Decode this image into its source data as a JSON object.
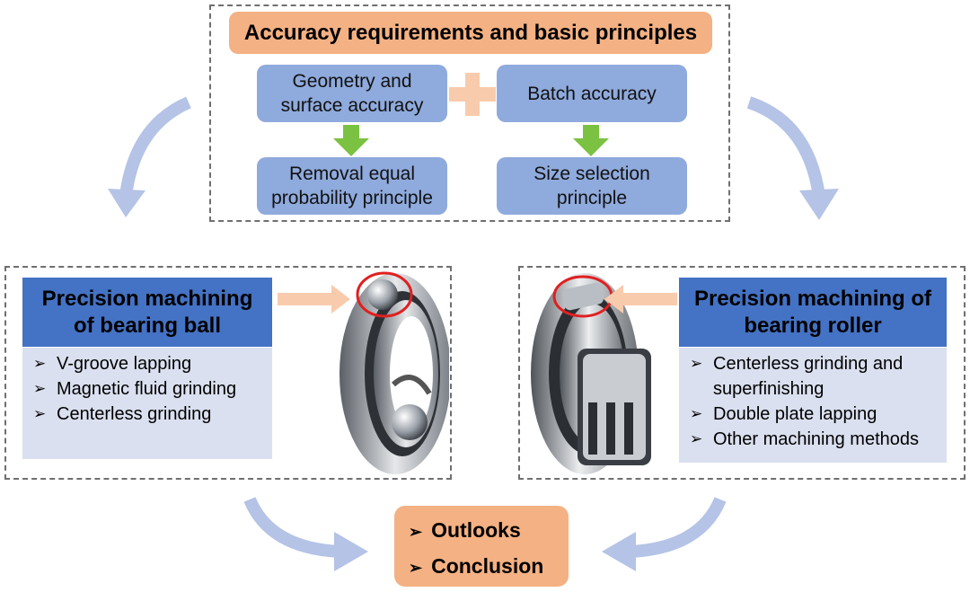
{
  "top": {
    "title": "Accuracy requirements and basic principles",
    "geometry": "Geometry and surface accuracy",
    "batch": "Batch accuracy",
    "removal": "Removal equal probability principle",
    "size_selection": "Size selection principle"
  },
  "left": {
    "heading": "Precision machining of bearing ball",
    "items": [
      "V-groove lapping",
      "Magnetic fluid grinding",
      "Centerless grinding"
    ]
  },
  "right": {
    "heading": "Precision machining of bearing roller",
    "items": [
      "Centerless grinding and superfinishing",
      "Double plate lapping",
      "Other machining methods"
    ]
  },
  "bottom": {
    "items": [
      "Outlooks",
      "Conclusion"
    ]
  },
  "colors": {
    "orange": "#f4b183",
    "light_blue": "#8faadc",
    "dark_blue": "#4472c4",
    "pale_blue": "#dae0ef",
    "green_arrow": "#7cc242",
    "curved_arrow": "#b4c3e6"
  }
}
